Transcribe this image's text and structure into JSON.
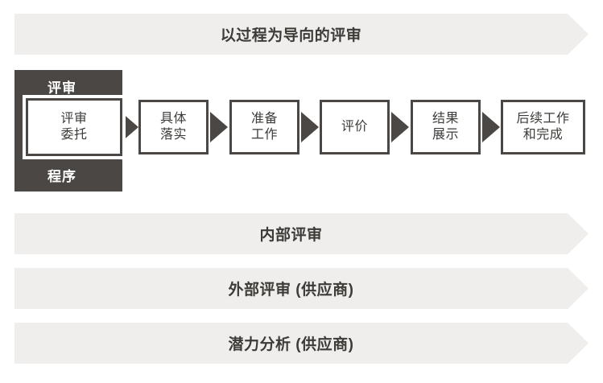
{
  "diagram": {
    "title_banner": {
      "label": "以过程为导向的评审"
    },
    "phase_block": {
      "top_label": "评审",
      "bottom_label": "程序"
    },
    "steps": [
      {
        "id": "step-0",
        "label": "评审\n委托"
      },
      {
        "id": "step-1",
        "label": "具体\n落实"
      },
      {
        "id": "step-2",
        "label": "准备\n工作"
      },
      {
        "id": "step-3",
        "label": "评价"
      },
      {
        "id": "step-4",
        "label": "结果\n展示"
      },
      {
        "id": "step-5",
        "label": "后续工作\n和完成"
      }
    ],
    "connector_icon": "triangle-right-icon",
    "category_banners": [
      {
        "id": "internal",
        "label": "内部评审"
      },
      {
        "id": "external",
        "label": "外部评审 (供应商)"
      },
      {
        "id": "potential",
        "label": "潜力分析 (供应商)"
      }
    ],
    "colors": {
      "banner_background": "#efeeec",
      "dark_block": "#4a4744",
      "text_dark": "#3c3b38",
      "text_light": "#ffffff",
      "page_background": "#ffffff"
    }
  }
}
